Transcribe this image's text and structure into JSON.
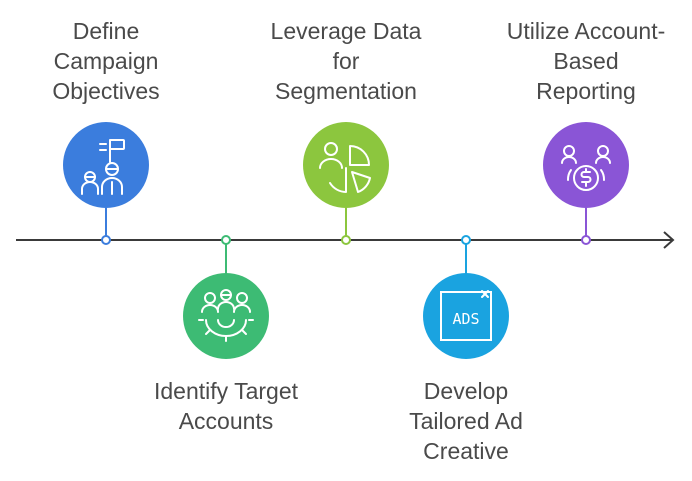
{
  "steps": [
    {
      "label_lines": [
        "Define",
        "Campaign",
        "Objectives"
      ],
      "color": "#3b7ddd",
      "icon": "flag-team-icon",
      "position": "above"
    },
    {
      "label_lines": [
        "Identify Target",
        "Accounts"
      ],
      "color": "#3dbb74",
      "icon": "people-gear-icon",
      "position": "below"
    },
    {
      "label_lines": [
        "Leverage Data",
        "for",
        "Segmentation"
      ],
      "color": "#8cc63e",
      "icon": "person-pie-chart-icon",
      "position": "above"
    },
    {
      "label_lines": [
        "Develop",
        "Tailored Ad",
        "Creative"
      ],
      "color": "#1aa3e0",
      "icon": "ads-window-icon",
      "position": "below"
    },
    {
      "label_lines": [
        "Utilize Account-",
        "Based",
        "Reporting"
      ],
      "color": "#8a55d6",
      "icon": "people-money-icon",
      "position": "above"
    }
  ],
  "ads_text": "ADS",
  "timeline_color": "#3a3a3a"
}
